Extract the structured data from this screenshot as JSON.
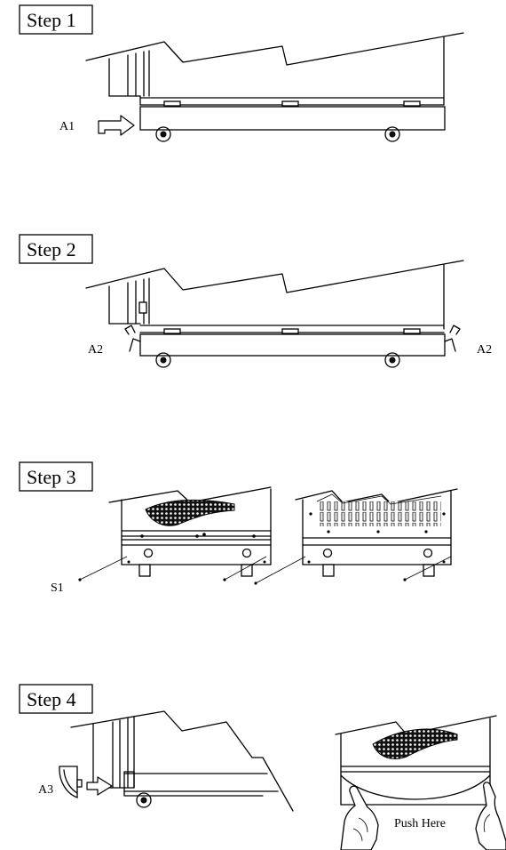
{
  "steps": [
    {
      "title": "Step 1",
      "labels": [
        "A1"
      ]
    },
    {
      "title": "Step 2",
      "labels": [
        "A2",
        "A2"
      ]
    },
    {
      "title": "Step 3",
      "labels": [
        "S1"
      ]
    },
    {
      "title": "Step 4",
      "labels": [
        "A3",
        "Push Here"
      ]
    }
  ]
}
